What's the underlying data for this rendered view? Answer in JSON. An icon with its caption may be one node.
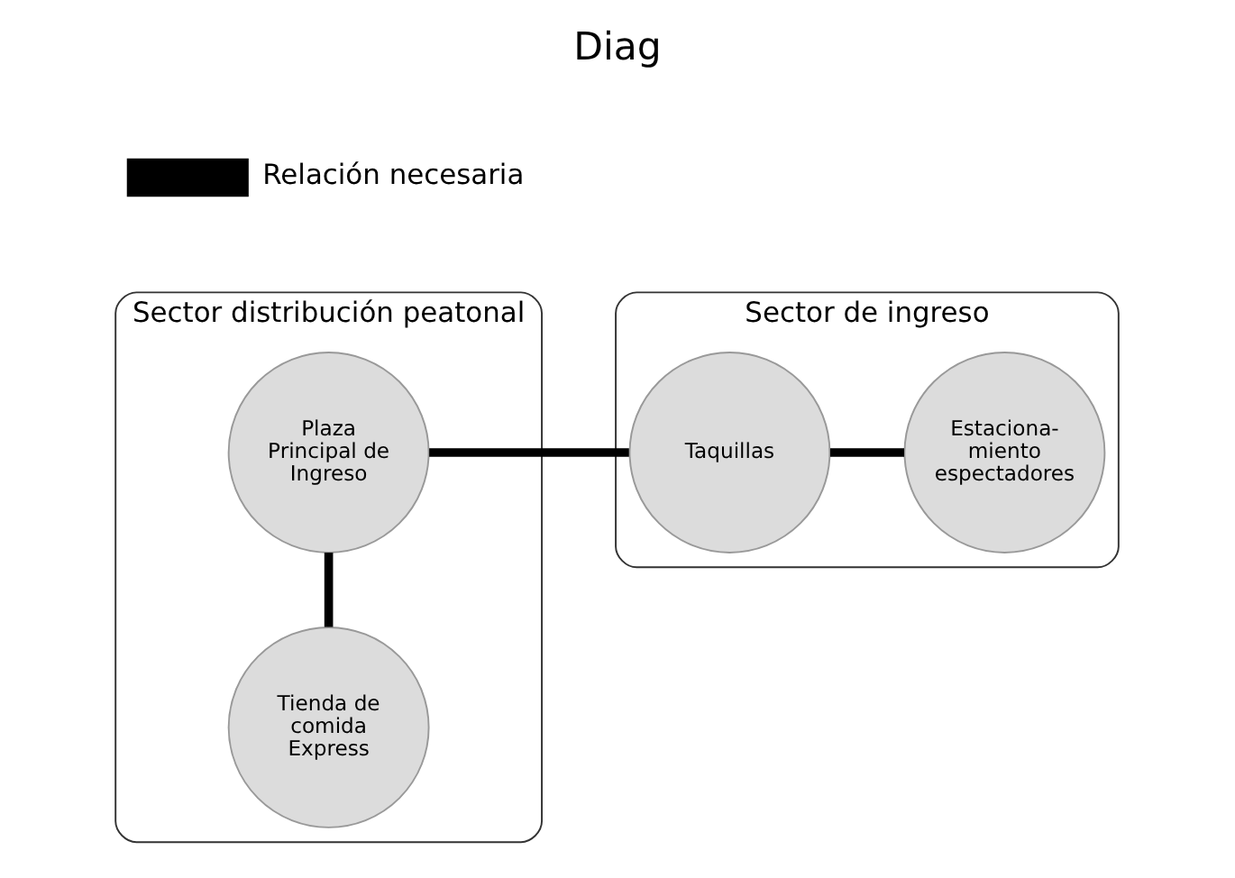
{
  "diagram": {
    "title": "Diag",
    "nodes": [
      {
        "text": [
          "Sector distribución peatonal"
        ]
      },
      {
        "text": [
          "Tienda de comida Express"
        ],
        "in": 0
      },
      {
        "text": [
          "Plaza Principal de Ingreso"
        ],
        "in": 0
      },
      {
        "text": [
          "Sector de ingreso"
        ]
      },
      {
        "text": [
          "Taquillas"
        ],
        "in": 3
      },
      {
        "text": [
          "Estaciona- miento espectadores"
        ],
        "in": 3
      }
    ],
    "edges": [
      {
        "from": 1,
        "to": 2,
        "arrow": "none"
      },
      {
        "from": 2,
        "to": 4,
        "arrow": "none"
      },
      {
        "from": 4,
        "to": 5,
        "arrow": "none"
      }
    ],
    "legend": [
      {
        "text": "Relación necesaria"
      }
    ]
  }
}
